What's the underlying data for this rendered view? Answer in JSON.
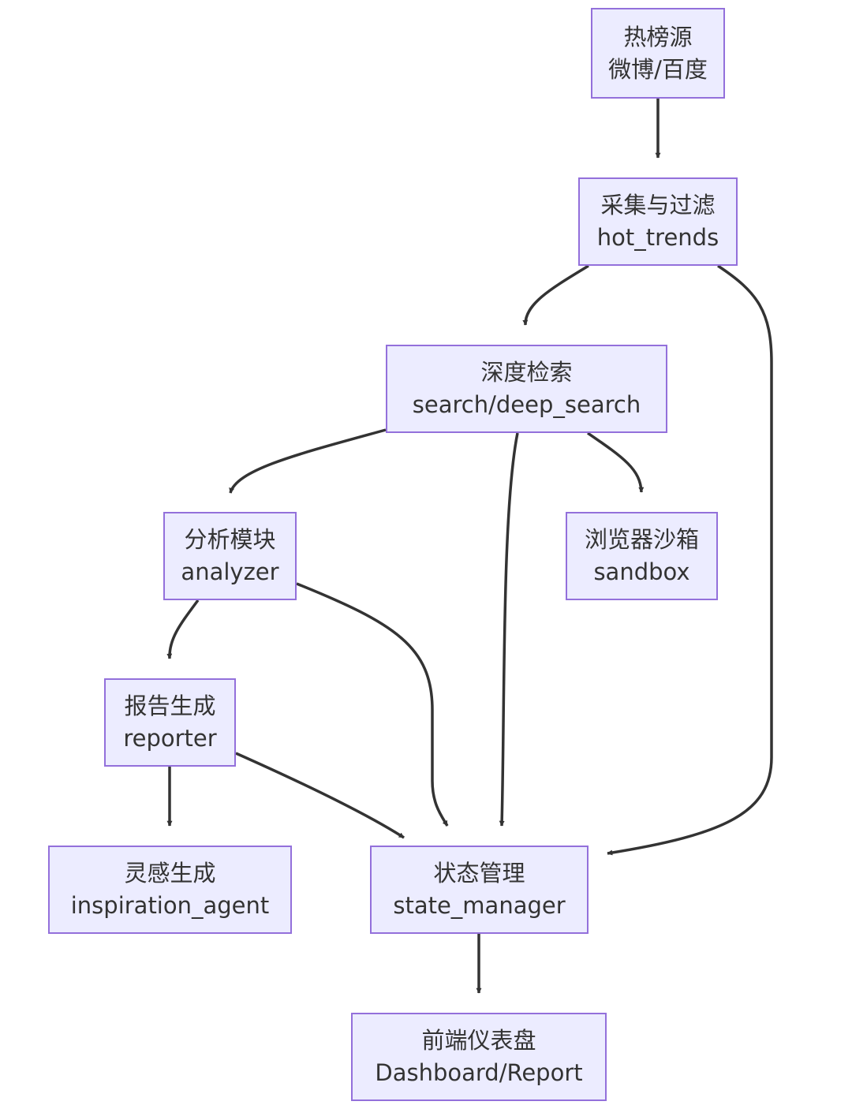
{
  "nodes": {
    "hot_source": {
      "title": "热榜源",
      "subtitle": "微博/百度"
    },
    "collect": {
      "title": "采集与过滤",
      "subtitle": "hot_trends"
    },
    "deep_search": {
      "title": "深度检索",
      "subtitle": "search/deep_search"
    },
    "analyzer": {
      "title": "分析模块",
      "subtitle": "analyzer"
    },
    "sandbox": {
      "title": "浏览器沙箱",
      "subtitle": "sandbox"
    },
    "reporter": {
      "title": "报告生成",
      "subtitle": "reporter"
    },
    "inspiration": {
      "title": "灵感生成",
      "subtitle": "inspiration_agent"
    },
    "state_manager": {
      "title": "状态管理",
      "subtitle": "state_manager"
    },
    "frontend": {
      "title": "前端仪表盘",
      "subtitle": "Dashboard/Report"
    }
  },
  "edges": [
    {
      "from": "hot_source",
      "to": "collect"
    },
    {
      "from": "collect",
      "to": "deep_search"
    },
    {
      "from": "collect",
      "to": "state_manager"
    },
    {
      "from": "deep_search",
      "to": "analyzer"
    },
    {
      "from": "deep_search",
      "to": "state_manager"
    },
    {
      "from": "deep_search",
      "to": "sandbox"
    },
    {
      "from": "analyzer",
      "to": "reporter"
    },
    {
      "from": "analyzer",
      "to": "state_manager"
    },
    {
      "from": "reporter",
      "to": "inspiration"
    },
    {
      "from": "reporter",
      "to": "state_manager"
    },
    {
      "from": "state_manager",
      "to": "frontend"
    }
  ],
  "colors": {
    "node_fill": "#ececff",
    "node_border": "#9370db",
    "edge": "#333333",
    "text": "#333333"
  }
}
